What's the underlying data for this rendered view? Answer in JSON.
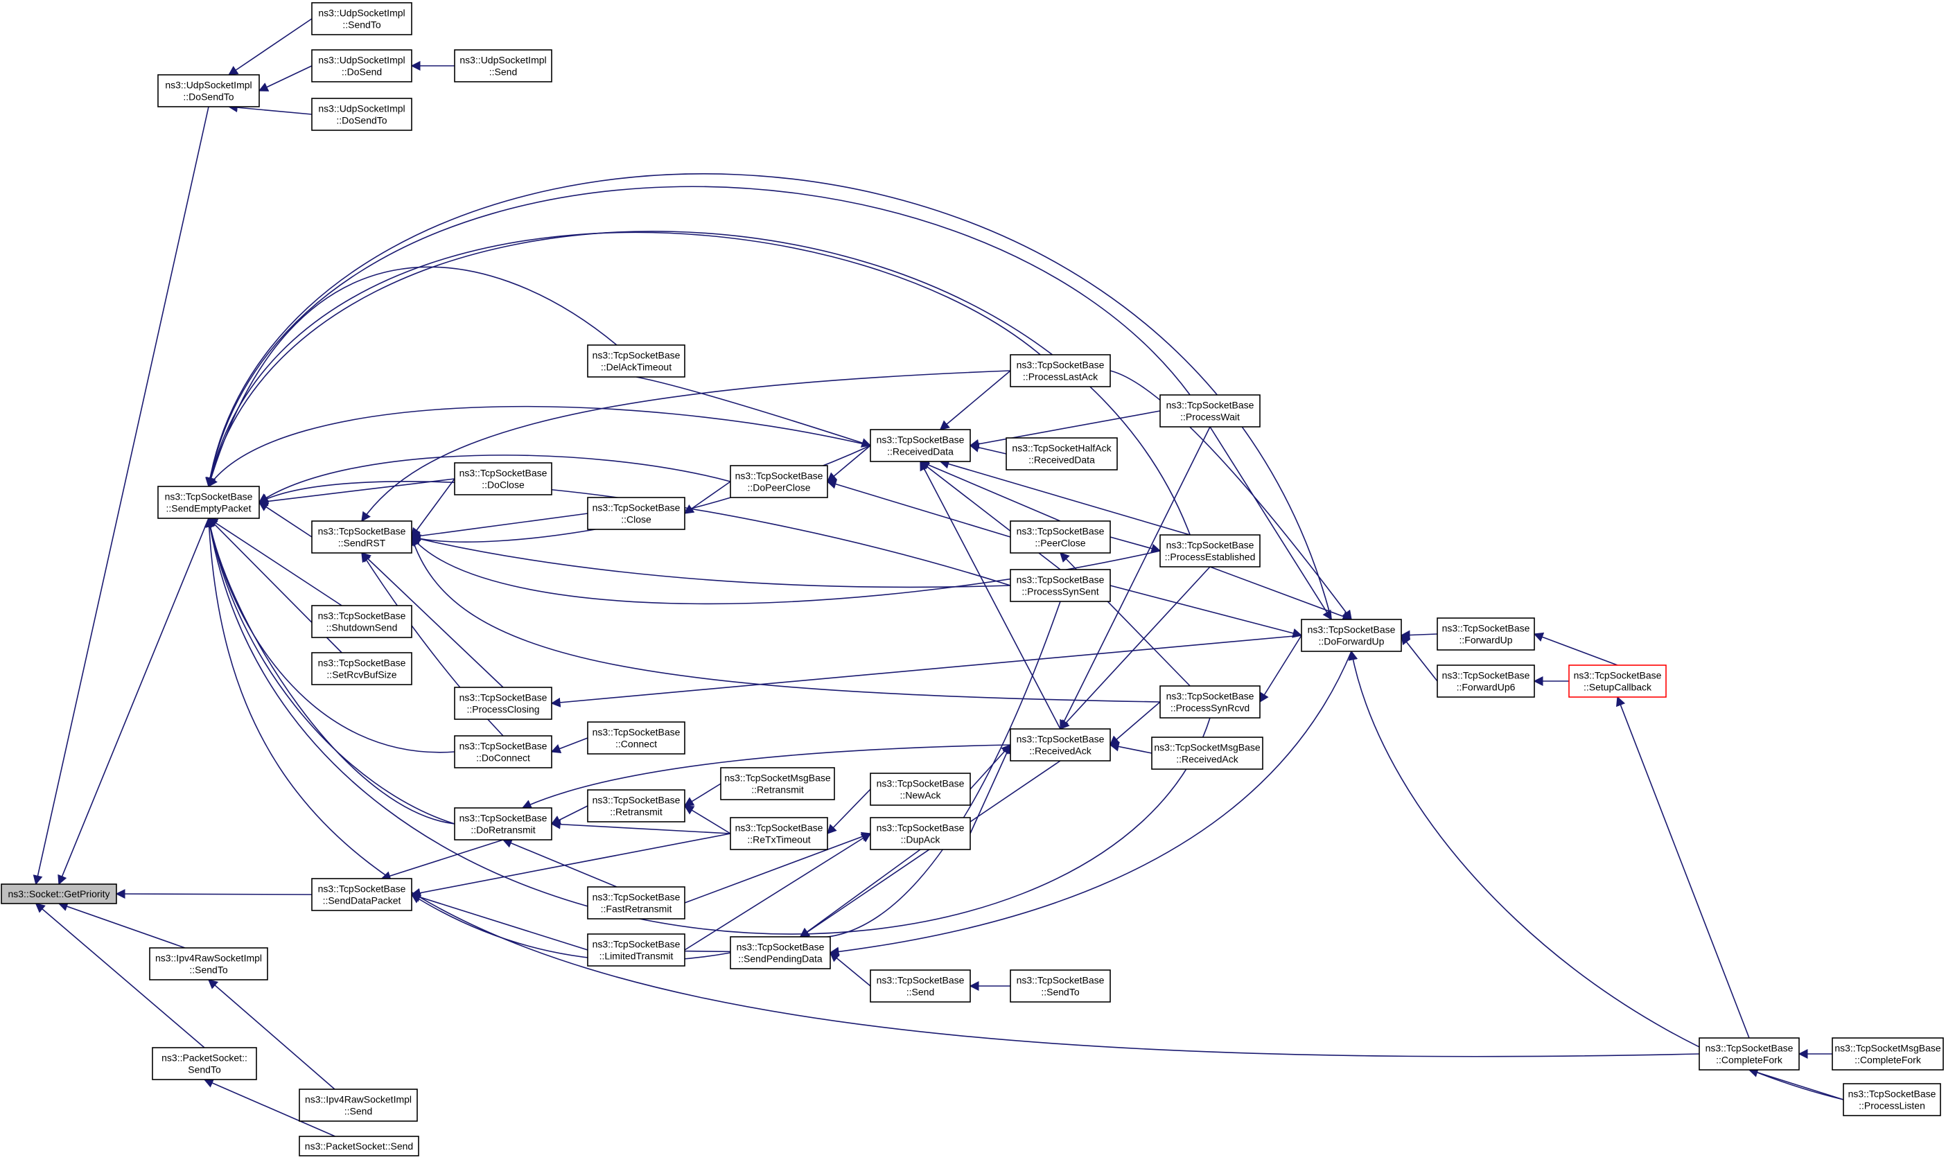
{
  "colors": {
    "edge": "#191970",
    "root_fill": "#bfbfbf",
    "truncated_border": "#ff0000",
    "node_border": "#000000"
  },
  "nodes": [
    {
      "id": "n0",
      "label": [
        "ns3::Socket::GetPriority"
      ],
      "kind": "root"
    },
    {
      "id": "n1",
      "label": [
        "ns3::UdpSocketImpl",
        "::DoSendTo"
      ]
    },
    {
      "id": "n2",
      "label": [
        "ns3::UdpSocketImpl",
        "::SendTo"
      ]
    },
    {
      "id": "n3",
      "label": [
        "ns3::UdpSocketImpl",
        "::DoSend"
      ]
    },
    {
      "id": "n4",
      "label": [
        "ns3::UdpSocketImpl",
        "::Send"
      ]
    },
    {
      "id": "n5",
      "label": [
        "ns3::UdpSocketImpl",
        "::DoSendTo"
      ]
    },
    {
      "id": "n6",
      "label": [
        "ns3::TcpSocketBase",
        "::SendEmptyPacket"
      ]
    },
    {
      "id": "n7",
      "label": [
        "ns3::TcpSocketBase",
        "::SendRST"
      ]
    },
    {
      "id": "n8",
      "label": [
        "ns3::TcpSocketBase",
        "::ShutdownSend"
      ]
    },
    {
      "id": "n9",
      "label": [
        "ns3::TcpSocketBase",
        "::SetRcvBufSize"
      ]
    },
    {
      "id": "n10",
      "label": [
        "ns3::TcpSocketBase",
        "::DoClose"
      ]
    },
    {
      "id": "n11",
      "label": [
        "ns3::TcpSocketBase",
        "::Close"
      ]
    },
    {
      "id": "n12",
      "label": [
        "ns3::TcpSocketBase",
        "::DelAckTimeout"
      ]
    },
    {
      "id": "n13",
      "label": [
        "ns3::TcpSocketBase",
        "::DoPeerClose"
      ]
    },
    {
      "id": "n14",
      "label": [
        "ns3::TcpSocketBase",
        "::ReceivedData"
      ]
    },
    {
      "id": "n15",
      "label": [
        "ns3::TcpSocketHalfAck",
        "::ReceivedData"
      ]
    },
    {
      "id": "n16",
      "label": [
        "ns3::TcpSocketBase",
        "::ProcessLastAck"
      ]
    },
    {
      "id": "n17",
      "label": [
        "ns3::TcpSocketBase",
        "::ProcessWait"
      ]
    },
    {
      "id": "n18",
      "label": [
        "ns3::TcpSocketBase",
        "::PeerClose"
      ]
    },
    {
      "id": "n19",
      "label": [
        "ns3::TcpSocketBase",
        "::ProcessEstablished"
      ]
    },
    {
      "id": "n20",
      "label": [
        "ns3::TcpSocketBase",
        "::ProcessSynSent"
      ]
    },
    {
      "id": "n21",
      "label": [
        "ns3::TcpSocketBase",
        "::DoForwardUp"
      ]
    },
    {
      "id": "n22",
      "label": [
        "ns3::TcpSocketBase",
        "::ForwardUp"
      ]
    },
    {
      "id": "n23",
      "label": [
        "ns3::TcpSocketBase",
        "::ForwardUp6"
      ]
    },
    {
      "id": "n24",
      "label": [
        "ns3::TcpSocketBase",
        "::SetupCallback"
      ],
      "kind": "truncated"
    },
    {
      "id": "n25",
      "label": [
        "ns3::TcpSocketBase",
        "::ProcessClosing"
      ]
    },
    {
      "id": "n26",
      "label": [
        "ns3::TcpSocketBase",
        "::ProcessSynRcvd"
      ]
    },
    {
      "id": "n27",
      "label": [
        "ns3::TcpSocketBase",
        "::DoConnect"
      ]
    },
    {
      "id": "n28",
      "label": [
        "ns3::TcpSocketBase",
        "::Connect"
      ]
    },
    {
      "id": "n29",
      "label": [
        "ns3::TcpSocketBase",
        "::ReceivedAck"
      ]
    },
    {
      "id": "n30",
      "label": [
        "ns3::TcpSocketMsgBase",
        "::ReceivedAck"
      ]
    },
    {
      "id": "n31",
      "label": [
        "ns3::TcpSocketBase",
        "::DoRetransmit"
      ]
    },
    {
      "id": "n32",
      "label": [
        "ns3::TcpSocketBase",
        "::Retransmit"
      ]
    },
    {
      "id": "n33",
      "label": [
        "ns3::TcpSocketMsgBase",
        "::Retransmit"
      ]
    },
    {
      "id": "n34",
      "label": [
        "ns3::TcpSocketBase",
        "::ReTxTimeout"
      ]
    },
    {
      "id": "n35",
      "label": [
        "ns3::TcpSocketBase",
        "::NewAck"
      ]
    },
    {
      "id": "n36",
      "label": [
        "ns3::TcpSocketBase",
        "::DupAck"
      ]
    },
    {
      "id": "n37",
      "label": [
        "ns3::TcpSocketBase",
        "::SendDataPacket"
      ]
    },
    {
      "id": "n38",
      "label": [
        "ns3::TcpSocketBase",
        "::FastRetransmit"
      ]
    },
    {
      "id": "n39",
      "label": [
        "ns3::TcpSocketBase",
        "::LimitedTransmit"
      ]
    },
    {
      "id": "n40",
      "label": [
        "ns3::TcpSocketBase",
        "::SendPendingData"
      ]
    },
    {
      "id": "n41",
      "label": [
        "ns3::TcpSocketBase",
        "::Send"
      ]
    },
    {
      "id": "n42",
      "label": [
        "ns3::TcpSocketBase",
        "::SendTo"
      ]
    },
    {
      "id": "n43",
      "label": [
        "ns3::Ipv4RawSocketImpl",
        "::SendTo"
      ]
    },
    {
      "id": "n44",
      "label": [
        "ns3::PacketSocket::",
        "SendTo"
      ]
    },
    {
      "id": "n45",
      "label": [
        "ns3::Ipv4RawSocketImpl",
        "::Send"
      ]
    },
    {
      "id": "n46",
      "label": [
        "ns3::PacketSocket::Send"
      ]
    },
    {
      "id": "n47",
      "label": [
        "ns3::TcpSocketBase",
        "::CompleteFork"
      ]
    },
    {
      "id": "n48",
      "label": [
        "ns3::TcpSocketMsgBase",
        "::CompleteFork"
      ]
    },
    {
      "id": "n49",
      "label": [
        "ns3::TcpSocketBase",
        "::ProcessListen"
      ]
    }
  ]
}
